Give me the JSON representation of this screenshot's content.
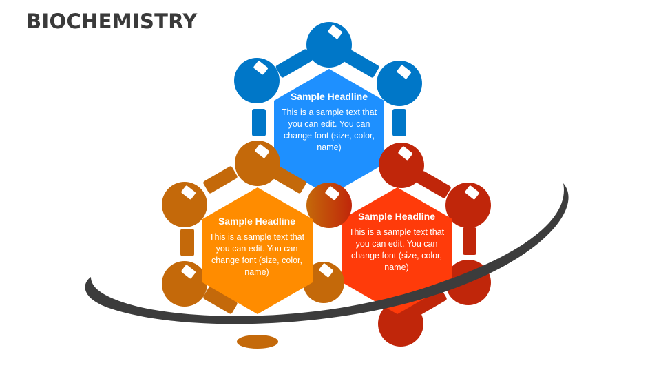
{
  "title": "BIOCHEMISTRY",
  "colors": {
    "blue": "#0077c8",
    "blue_hex": "#1e90ff",
    "orange": "#c4690a",
    "orange_hex": "#ff8c00",
    "red": "#c0260a",
    "red_hex": "#ff3b0a",
    "ring": "#3c3c3c"
  },
  "molecules": [
    {
      "id": "blue",
      "headline": "Sample Headline",
      "body": "This is a sample text that you can edit. You can change font (size, color, name)"
    },
    {
      "id": "orange",
      "headline": "Sample Headline",
      "body": "This is a sample text that you can edit. You can change font (size, color, name)"
    },
    {
      "id": "red",
      "headline": "Sample Headline",
      "body": "This is a sample text that you can edit. You can change font (size, color, name)"
    }
  ]
}
